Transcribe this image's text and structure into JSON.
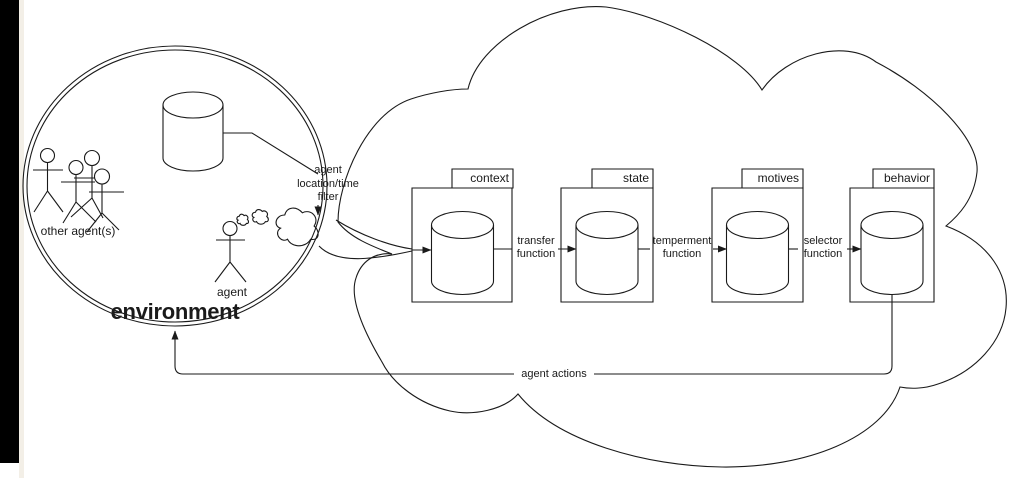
{
  "diagram": {
    "environment": {
      "label": "environment",
      "other_agents_label": "other agent(s)",
      "agent_label": "agent",
      "filter_lines": [
        "agent",
        "location/time",
        "filter"
      ]
    },
    "pipeline": {
      "boxes": [
        {
          "label": "context"
        },
        {
          "label": "state"
        },
        {
          "label": "motives"
        },
        {
          "label": "behavior"
        }
      ],
      "functions": [
        {
          "line1": "transfer",
          "line2": "function"
        },
        {
          "line1": "temperment",
          "line2": "function"
        },
        {
          "line1": "selector",
          "line2": "function"
        }
      ]
    },
    "feedback_label": "agent actions",
    "colors": {
      "line": "#1a1a1a",
      "background": "#ffffff",
      "sidebar_bar": "#000000"
    }
  }
}
